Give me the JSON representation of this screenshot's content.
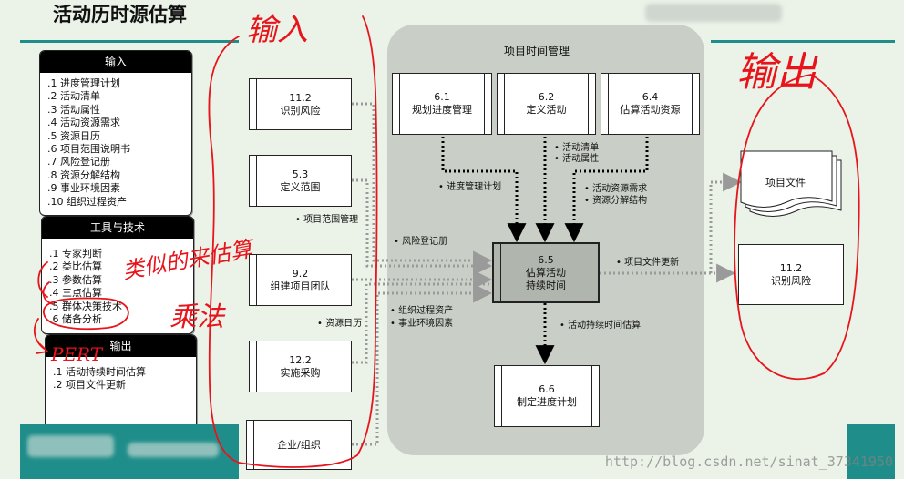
{
  "page": {
    "title": "活动历时源估算"
  },
  "inputs_panel": {
    "header": "输入",
    "items": [
      ".1 进度管理计划",
      ".2 活动清单",
      ".3 活动属性",
      ".4 活动资源需求",
      ".5 资源日历",
      ".6 项目范围说明书",
      ".7 风险登记册",
      ".8 资源分解结构",
      ".9 事业环境因素",
      ".10 组织过程资产"
    ]
  },
  "tools_panel": {
    "header": "工具与技术",
    "items": [
      ".1 专家判断",
      ".2 类比估算",
      ".3 参数估算",
      ".4 三点估算",
      ".5 群体决策技术",
      ".6 储备分析"
    ]
  },
  "outputs_panel": {
    "header": "输出",
    "items": [
      ".1 活动持续时间估算",
      ".2 项目文件更新"
    ]
  },
  "diagram": {
    "group_title": "项目时间管理",
    "left_processes": [
      {
        "id": "11.2",
        "name": "识别风险"
      },
      {
        "id": "5.3",
        "name": "定义范围"
      },
      {
        "id": "9.2",
        "name": "组建项目团队"
      },
      {
        "id": "12.2",
        "name": "实施采购"
      }
    ],
    "enterprise": "企业/组织",
    "top_processes": [
      {
        "id": "6.1",
        "name": "规划进度管理"
      },
      {
        "id": "6.2",
        "name": "定义活动"
      },
      {
        "id": "6.4",
        "name": "估算活动资源"
      }
    ],
    "center": {
      "id": "6.5",
      "line1": "估算活动",
      "line2": "持续时间"
    },
    "bottom_process": {
      "id": "6.6",
      "name": "制定进度计划"
    },
    "outputs": {
      "docs": "项目文件",
      "risk_id": "11.2",
      "risk_name": "识别风险"
    },
    "labels": {
      "schedule_plan": "• 进度管理计划",
      "activity_list": "• 活动清单",
      "activity_attrs": "• 活动属性",
      "resource_reqs": "• 活动资源需求",
      "rbs": "• 资源分解结构",
      "scope": "• 项目范围管理",
      "risk_register": "• 风险登记册",
      "opa": "• 组织过程资产",
      "eef": "• 事业环境因素",
      "calendar": "• 资源日历",
      "doc_updates": "• 项目文件更新",
      "duration_est": "• 活动持续时间估算"
    }
  },
  "handwriting": {
    "inputs_note": "输入",
    "outputs_note": "输出",
    "analogy_note": "类似的来估算",
    "multiply_note": "乘法",
    "pert_note": "PERT"
  },
  "watermark": "http://blog.csdn.net/sinat_37341950",
  "colors": {
    "teal": "#1f8e8a",
    "ink": "#e8141c",
    "group": "#c9cfc6",
    "arrow_dotted": "#9a9a9a"
  }
}
